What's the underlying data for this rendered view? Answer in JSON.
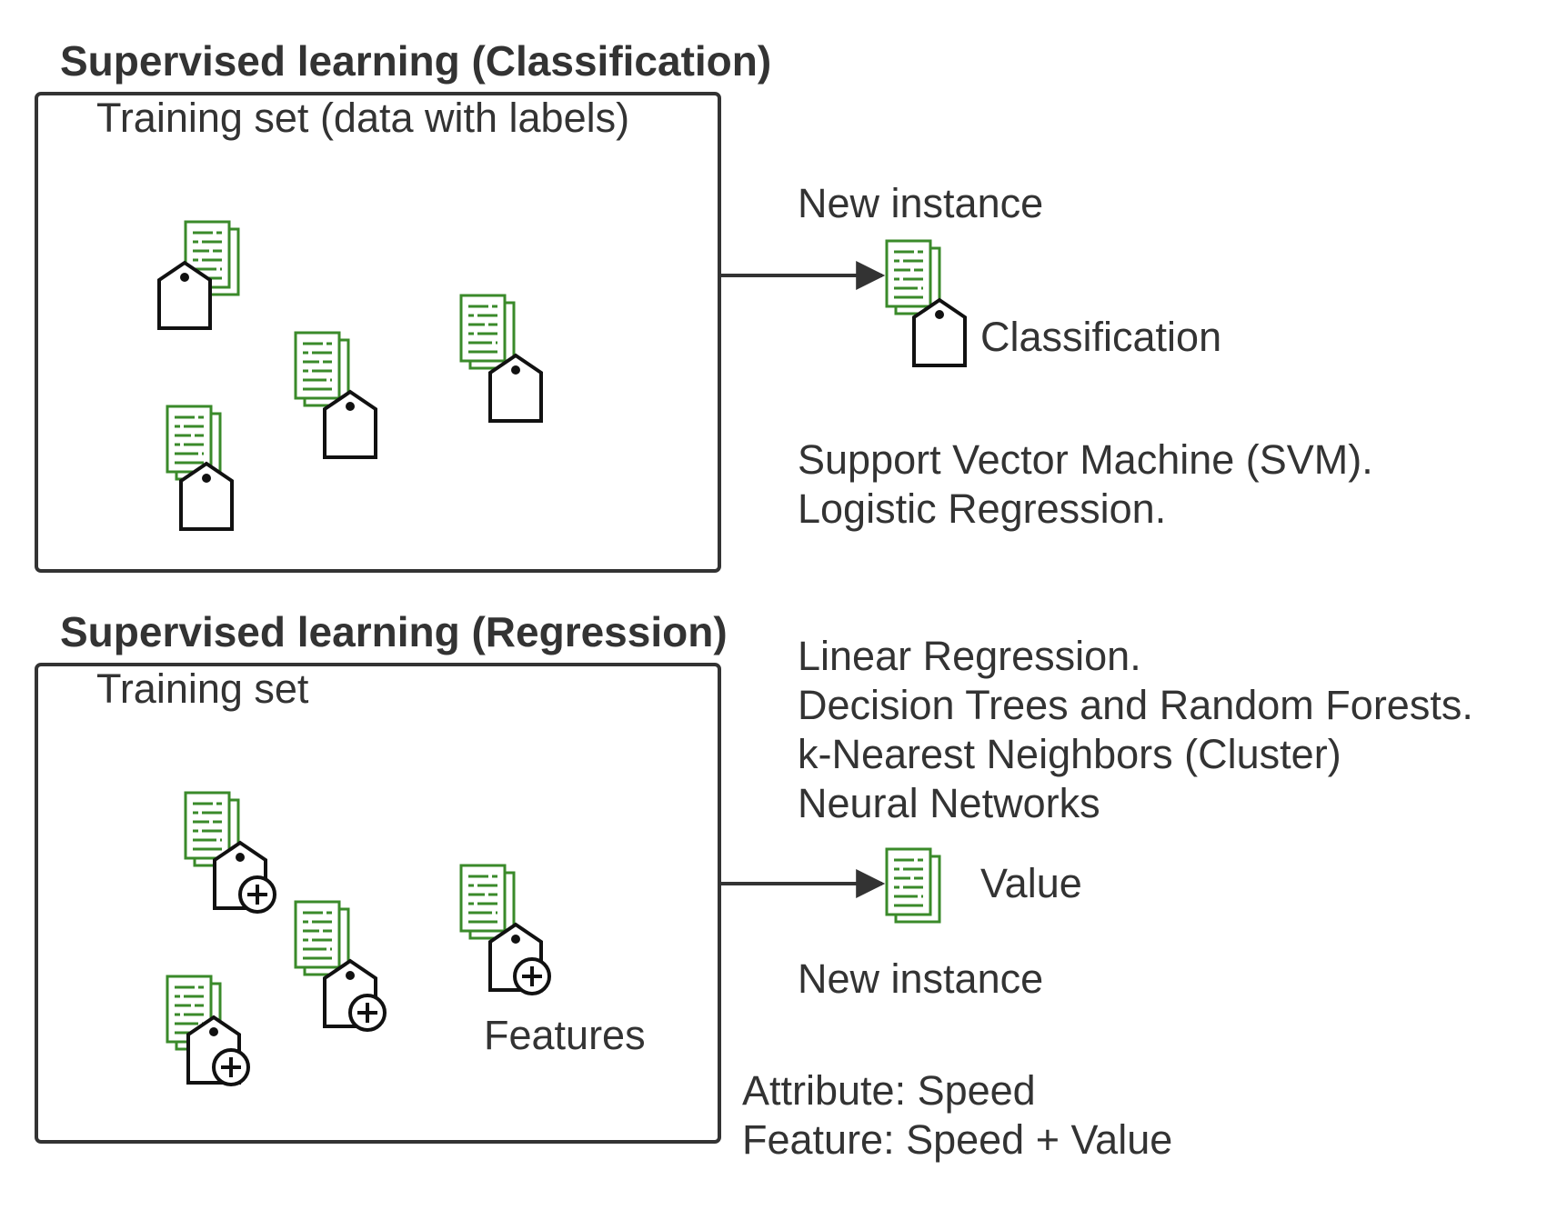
{
  "classification": {
    "heading": "Supervised learning (Classification)",
    "box_label": "Training set (data with labels)",
    "new_instance_label": "New instance",
    "output_label": "Classification",
    "algorithms": [
      "Support Vector Machine (SVM).",
      "Logistic Regression."
    ]
  },
  "regression": {
    "heading": "Supervised learning (Regression)",
    "box_label": "Training set",
    "features_label": "Features",
    "algorithms": [
      "Linear Regression.",
      "Decision Trees and Random Forests.",
      "k-Nearest Neighbors (Cluster)",
      "Neural Networks"
    ],
    "output_label": "Value",
    "new_instance_label": "New instance",
    "notes": [
      "Attribute: Speed",
      "Feature: Speed + Value"
    ]
  },
  "icons": {
    "document": "document-stack-icon",
    "label_tag": "label-tag-icon",
    "label_tag_plus": "label-tag-plus-icon",
    "arrow": "arrow-right-icon"
  },
  "colors": {
    "document_green": "#3a8a2a",
    "stroke": "#333333",
    "tag": "#111111"
  }
}
